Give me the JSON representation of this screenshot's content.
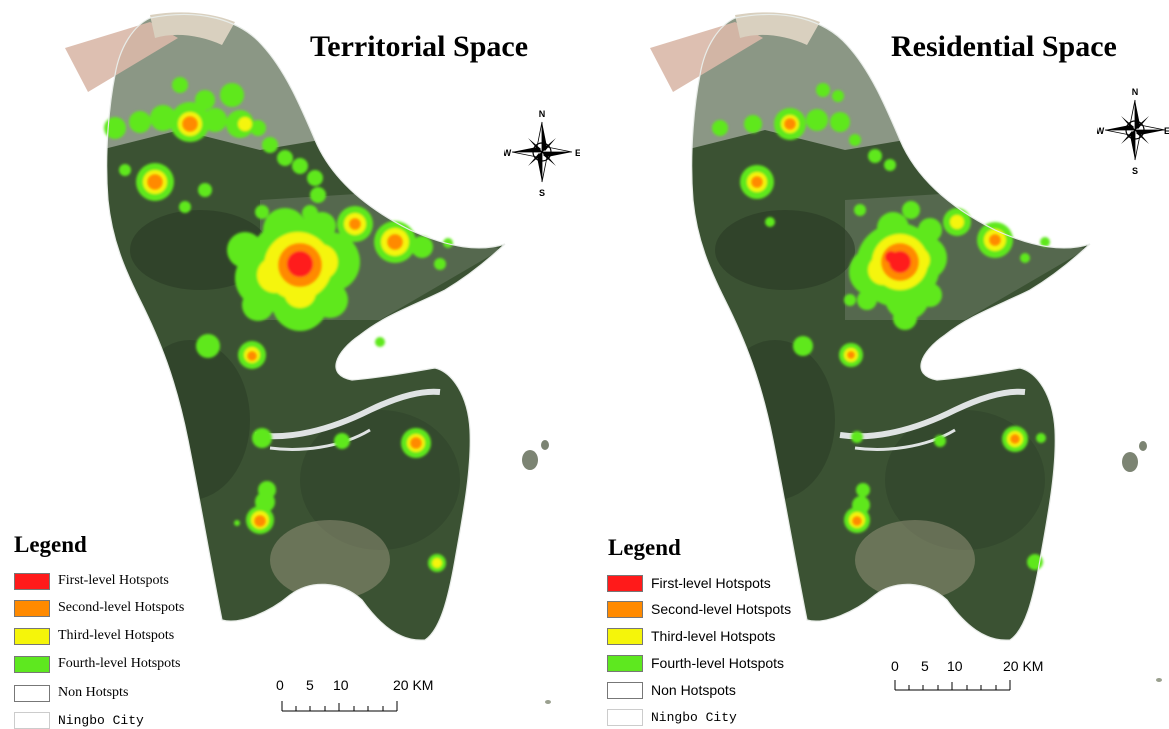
{
  "panels": [
    {
      "title": "Territorial Space",
      "legend": {
        "title": "Legend",
        "items": [
          {
            "label": "First-level Hotspots",
            "color": "#ff1a1a"
          },
          {
            "label": "Second-level Hotspots",
            "color": "#ff8a00"
          },
          {
            "label": "Third-level Hotspots",
            "color": "#f5f50a"
          },
          {
            "label": "Fourth-level Hotspots",
            "color": "#5ee81f"
          },
          {
            "label": "Non Hotspts",
            "color": "#ffffff"
          },
          {
            "label": "Ningbo City",
            "color": "#ffffff"
          }
        ]
      },
      "scale": {
        "labels": [
          "0",
          "5",
          "10",
          "20 KM"
        ]
      },
      "compass": {
        "n": "N",
        "s": "S",
        "e": "E",
        "w": "W"
      }
    },
    {
      "title": "Residential Space",
      "legend": {
        "title": "Legend",
        "items": [
          {
            "label": "First-level Hotspots",
            "color": "#ff1a1a"
          },
          {
            "label": "Second-level Hotspots",
            "color": "#ff8a00"
          },
          {
            "label": "Third-level Hotspots",
            "color": "#f5f50a"
          },
          {
            "label": "Fourth-level Hotspots",
            "color": "#5ee81f"
          },
          {
            "label": "Non Hotspots",
            "color": "#ffffff"
          },
          {
            "label": "Ningbo City",
            "color": "#ffffff"
          }
        ]
      },
      "scale": {
        "labels": [
          "0",
          "5",
          "10",
          "20 KM"
        ]
      },
      "compass": {
        "n": "N",
        "s": "S",
        "e": "E",
        "w": "W"
      }
    }
  ],
  "icons": {
    "compass": "compass-rose-icon"
  }
}
